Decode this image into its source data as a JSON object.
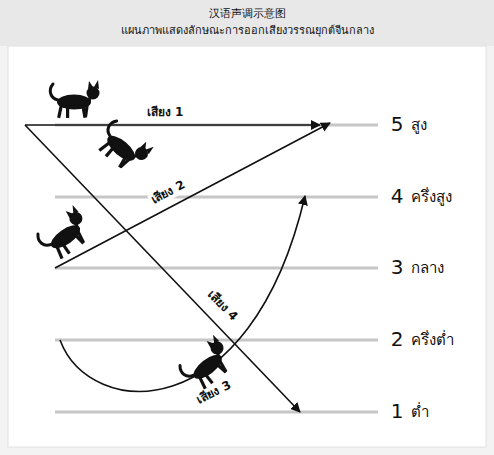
{
  "diagram": {
    "title": "汉语声调示意图",
    "labels": [
      "แผนภาพแสดงลักษณะการออกเสียงวรรณยุกต์จีนกลาง",
      "เสียง 1",
      "เสียง 2",
      "เสียง 4",
      "เสียง 3",
      "5",
      "สูง",
      "4",
      "ครึ่งสูง",
      "3",
      "กลาง",
      "2",
      "ครึ่งต่ำ",
      "1",
      "ต่ำ"
    ]
  }
}
